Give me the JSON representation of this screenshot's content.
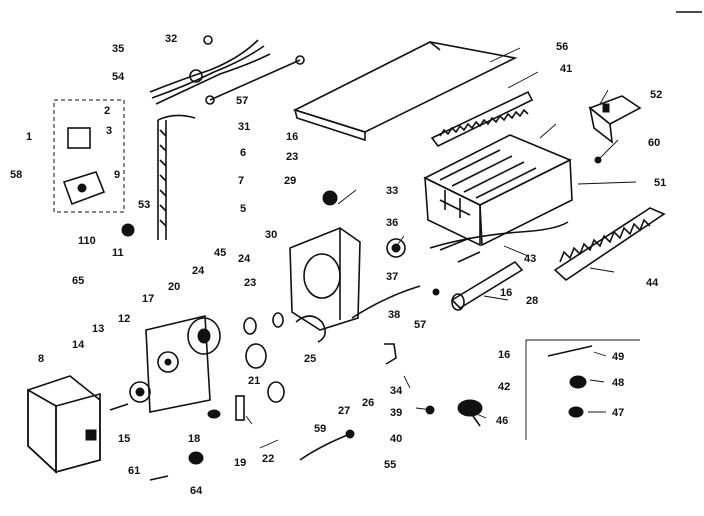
{
  "diagram": {
    "part_numbers": [
      "32",
      "35",
      "54",
      "57",
      "31",
      "6",
      "7",
      "5",
      "9",
      "41",
      "2",
      "3",
      "1",
      "58",
      "53",
      "110",
      "11",
      "65",
      "24",
      "45",
      "30",
      "23",
      "29",
      "16",
      "56",
      "52",
      "60",
      "51",
      "33",
      "36",
      "37",
      "43",
      "44",
      "28",
      "57",
      "38",
      "16",
      "49",
      "48",
      "47",
      "42",
      "46",
      "34",
      "39",
      "40",
      "27",
      "26",
      "59",
      "55",
      "22",
      "19",
      "18",
      "61",
      "64",
      "15",
      "8",
      "14",
      "13",
      "12",
      "17",
      "20",
      "23",
      "21",
      "25",
      "24",
      "16"
    ]
  }
}
